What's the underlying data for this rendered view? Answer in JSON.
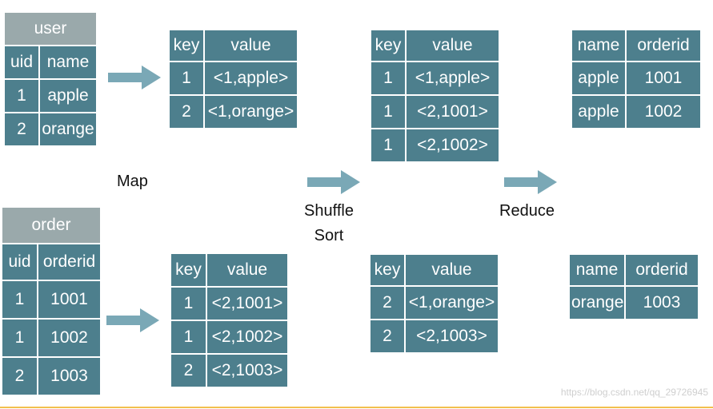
{
  "user_table": {
    "caption": "user",
    "headers": [
      "uid",
      "name"
    ],
    "rows": [
      [
        "1",
        "apple"
      ],
      [
        "2",
        "orange"
      ]
    ]
  },
  "order_table": {
    "caption": "order",
    "headers": [
      "uid",
      "orderid"
    ],
    "rows": [
      [
        "1",
        "1001"
      ],
      [
        "1",
        "1002"
      ],
      [
        "2",
        "1003"
      ]
    ]
  },
  "map_user": {
    "headers": [
      "key",
      "value"
    ],
    "rows": [
      [
        "1",
        "<1,apple>"
      ],
      [
        "2",
        "<1,orange>"
      ]
    ]
  },
  "map_order": {
    "headers": [
      "key",
      "value"
    ],
    "rows": [
      [
        "1",
        "<2,1001>"
      ],
      [
        "1",
        "<2,1002>"
      ],
      [
        "2",
        "<2,1003>"
      ]
    ]
  },
  "shuffle_1": {
    "headers": [
      "key",
      "value"
    ],
    "rows": [
      [
        "1",
        "<1,apple>"
      ],
      [
        "1",
        "<2,1001>"
      ],
      [
        "1",
        "<2,1002>"
      ]
    ]
  },
  "shuffle_2": {
    "headers": [
      "key",
      "value"
    ],
    "rows": [
      [
        "2",
        "<1,orange>"
      ],
      [
        "2",
        "<2,1003>"
      ]
    ]
  },
  "reduce_1": {
    "headers": [
      "name",
      "orderid"
    ],
    "rows": [
      [
        "apple",
        "1001"
      ],
      [
        "apple",
        "1002"
      ]
    ]
  },
  "reduce_2": {
    "headers": [
      "name",
      "orderid"
    ],
    "rows": [
      [
        "orange",
        "1003"
      ]
    ]
  },
  "labels": {
    "map": "Map",
    "shuffle_line1": "Shuffle",
    "shuffle_line2": "Sort",
    "reduce": "Reduce"
  },
  "watermark": "https://blog.csdn.net/qq_29726945",
  "colors": {
    "cell": "#4d7f8d",
    "caption": "#9aa9ab",
    "arrow": "#7aa8b6",
    "accent_line": "#f2c04d"
  }
}
